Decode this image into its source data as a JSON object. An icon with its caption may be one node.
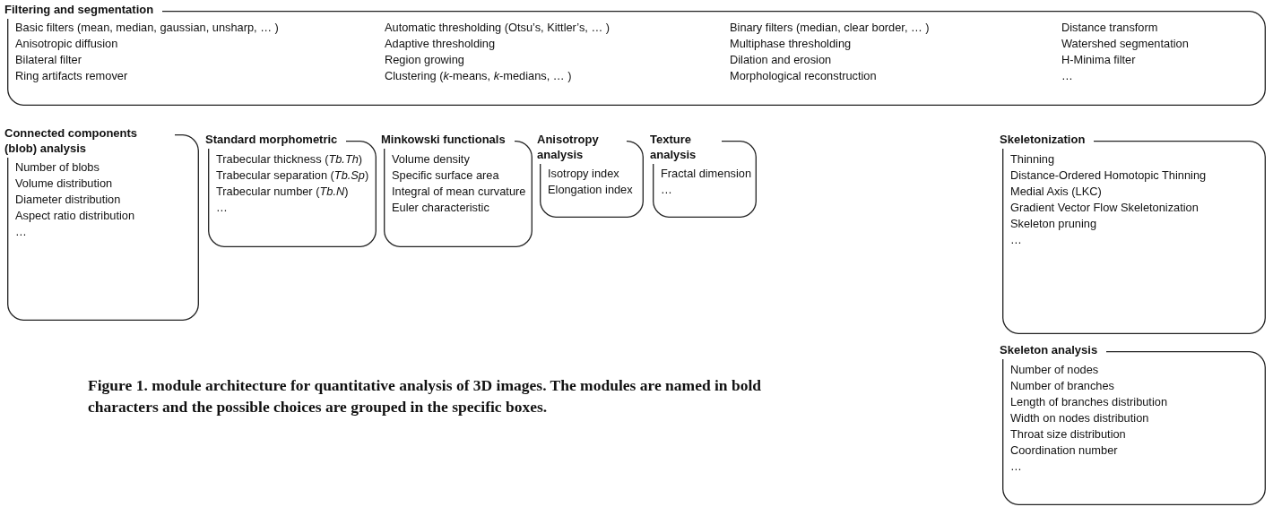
{
  "diagram": {
    "caption": "Figure 1. module architecture for quantitative analysis of 3D images. The modules are named in bold characters and the possible choices are grouped in the specific boxes.",
    "nodes": [
      {
        "text": [
          "Filtering and segmentation",
          "Basic filters (mean, median, gaussian, unsharp, … )",
          "Anisotropic diffusion",
          "Bilateral filter",
          "Ring artifacts remover",
          "Automatic thresholding (Otsu’s, Kittler’s, … )",
          "Adaptive thresholding",
          "Region growing",
          "Clustering (*k*-means, *k*-medians, … )",
          "Binary filters (median, clear border, … )",
          "Multiphase thresholding",
          "Dilation and erosion",
          "Morphological reconstruction",
          "Distance transform",
          "Watershed segmentation",
          "H-Minima filter",
          "…"
        ]
      },
      {
        "text": [
          "Connected components (blob) analysis",
          "Number of blobs",
          "Volume distribution",
          "Diameter distribution",
          "Aspect ratio distribution",
          "…"
        ]
      },
      {
        "text": [
          "Standard morphometric",
          "Trabecular thickness (*Tb.Th*)",
          "Trabecular separation (*Tb.Sp*)",
          "Trabecular number (*Tb.N*)",
          "…"
        ]
      },
      {
        "text": [
          "Minkowski functionals",
          "Volume density",
          "Specific surface area",
          "Integral of mean curvature",
          "Euler characteristic"
        ]
      },
      {
        "text": [
          "Anisotropy analysis",
          "Isotropy index",
          "Elongation index"
        ]
      },
      {
        "text": [
          "Texture analysis",
          "Fractal dimension",
          "…"
        ]
      },
      {
        "text": [
          "Skeletonization",
          "Thinning",
          "Distance-Ordered Homotopic Thinning",
          "Medial Axis (LKC)",
          "Gradient Vector Flow Skeletonization",
          "Skeleton pruning",
          "…"
        ]
      },
      {
        "text": [
          "Skeleton analysis",
          "Number of nodes",
          "Number of branches",
          "Length of branches distribution",
          "Width on nodes distribution",
          "Throat size distribution",
          "Coordination number",
          "…"
        ]
      }
    ]
  }
}
